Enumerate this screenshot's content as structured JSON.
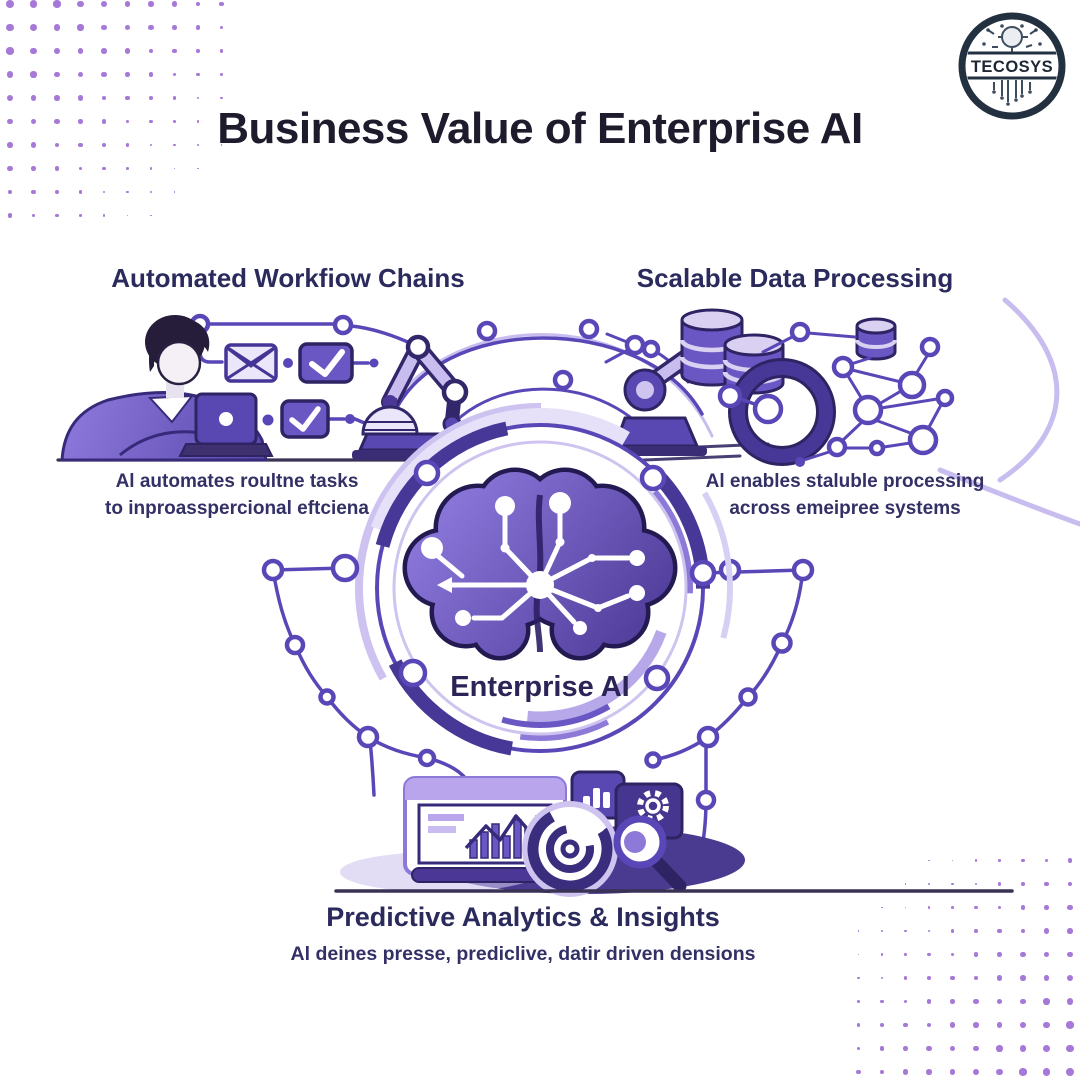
{
  "title": "Business Value of Enterprise AI",
  "logo": {
    "text": "TECOSYS"
  },
  "center": {
    "label": "Enterprise AI"
  },
  "sections": {
    "workflow": {
      "heading": "Automated Workfiow Chains",
      "caption_line1": "Al automates roultne tasks",
      "caption_line2": "to inproasspercional eftciena"
    },
    "scalable": {
      "heading": "Scalable Data Processing",
      "caption_line1": "Al enables staluble processing",
      "caption_line2": "across emeipree systems"
    },
    "predictive": {
      "heading": "Predictive Analytics & Insights",
      "caption": "Al deines presse, prediclive, datir driven densions"
    }
  },
  "icons": {
    "logo": "tecosys-logo",
    "workflow": [
      "person-laptop-icon",
      "email-icon",
      "checkbox-icon",
      "robot-arm-icon"
    ],
    "scalable": [
      "robot-arm-icon",
      "database-icon",
      "network-nodes-icon"
    ],
    "center": [
      "brain-circuit-icon"
    ],
    "predictive": [
      "dashboard-chart-icon",
      "bar-chart-card-icon",
      "gear-icon",
      "gauge-icon",
      "magnifier-icon"
    ]
  },
  "colors": {
    "title_ink": "#1d1b2c",
    "heading_ink": "#2b2a5c",
    "caption_ink": "#333066",
    "purple_outline": "#372a7a",
    "purple_deep": "#4a3796",
    "purple_main": "#6a57c4",
    "purple_light": "#b7a8ea",
    "lavender": "#e8e2f8",
    "decor_dot": "#a678d8",
    "logo_navy": "#223040",
    "background": "#ffffff"
  }
}
